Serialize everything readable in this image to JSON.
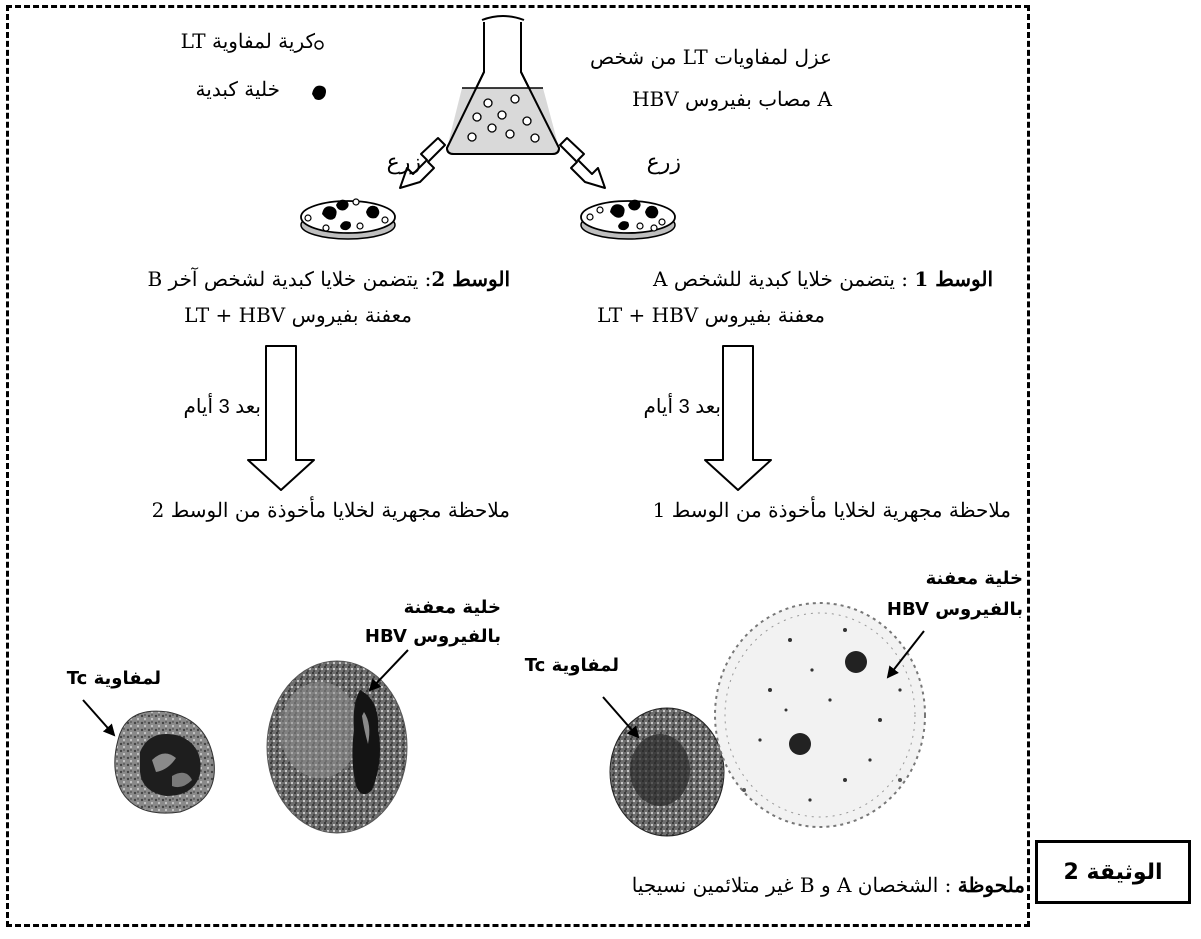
{
  "legend": {
    "lymphocyte": "كرية لمفاوية LT",
    "liver_cell": "خلية كبدية"
  },
  "source": {
    "line1": "عزل لمفاويات LT من شخص",
    "line2": "A مصاب بفيروس HBV"
  },
  "culture_label": "زرع",
  "medium1": {
    "title": "الوسط 1",
    "line1_rest": " : يتضمن خلايا كبدية للشخص A",
    "line2": "معفنة بفيروس LT + HBV",
    "delay": "بعد 3 أيام",
    "observation": "ملاحظة مجهرية لخلايا مأخوذة من الوسط 1",
    "infected_label": [
      "خلية معفنة",
      "بالفيروس HBV"
    ],
    "tc_label": "لمفاوية Tc"
  },
  "medium2": {
    "title": "الوسط 2",
    "line1_rest": ": يتضمن خلايا كبدية لشخص آخر B",
    "line2": "معفنة بفيروس LT + HBV",
    "delay": "بعد 3 أيام",
    "observation": "ملاحظة مجهرية لخلايا مأخوذة من الوسط 2",
    "infected_label": [
      "خلية معفنة",
      "بالفيروس HBV"
    ],
    "tc_label": "لمفاوية Tc"
  },
  "note": {
    "title": "ملحوظة",
    "text": " : الشخصان A و B غير متلائمين نسيجيا"
  },
  "doc_label": "الوثيقة 2"
}
